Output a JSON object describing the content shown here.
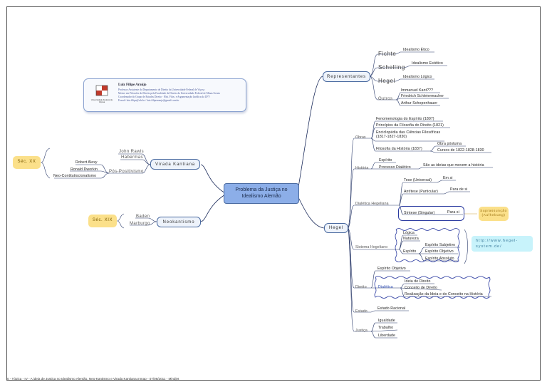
{
  "central": {
    "line1": "Problema da Justiça no",
    "line2": "Idealismo Alemão"
  },
  "card": {
    "logo_caption": "Universidade Federal de Viçosa",
    "name": "Luiz Filipe Araújo",
    "lines": [
      "Professor Assistente do Departamento de Direito da Universidade Federal de Viçosa",
      "Mestre em Filosofia do Direito pela Faculdade de Direito da Universidade Federal de Minas Gerais",
      "Coordenador do Grupo de Estudos Direito · Hist. Filos. e Argumentação Jurídica da UFV",
      "E-mail: luiz.filipe@ufv.br / luiz.filipearaujo@gmail.com.br"
    ]
  },
  "left": {
    "virada": "Virada Kantiana",
    "rawls": "John Rawls",
    "habermas": "Habermas",
    "pos": "Pós-Positivismo",
    "alexy": "Robert Alexy",
    "dworkin": "Ronald Dworkin",
    "neo": "Neo-Contitutiocionalismo",
    "sec20": "Séc. XX",
    "neokant": "Neokantismo",
    "baden": "Baden",
    "marburgo": "Marburgo",
    "sec19": "Séc. XIX"
  },
  "representantes": {
    "label": "Representantes",
    "fichte": "Fichte",
    "fichte_note": "Idealismo Ético",
    "schelling": "Schelling",
    "schelling_note": "Idealismo Estético",
    "hegel": "Hegel",
    "hegel_note": "Idealismo Lógico",
    "outros": "Outros",
    "o1": "Immanuel Kant???",
    "o2": "Friedrich Schleiermacher",
    "o3": "Arthur Schopenhauer"
  },
  "hegel": {
    "label": "Hegel",
    "obras": "Obras",
    "obras_items": [
      "Fenomenologia do Espírito (1807)",
      "Princípios da Filosofia do Direito (1821)",
      "Enciclopédia das Ciências Filosóficas",
      "(1817-1827-1830)"
    ],
    "filosofia_historia": "Filosofia da História (1837)",
    "obra_postuma": "Obra póstuma",
    "cursos": "Cursos de 1822-1828-1830",
    "historia": "História",
    "espirito": "Espírito",
    "processo": "Processo Dialético",
    "ideias": "São as ideias que movem a história",
    "dialetica": "Dialética Hegeliana",
    "tese": "Tese (Universal)",
    "em_si": "Em si",
    "antitese": "Antítese (Particular)",
    "para_si_1": "Para de si",
    "sintese": "Síntese (Singular)",
    "para_si_2": "Para si",
    "superacao": "Suprassunção (Aufhebung)",
    "sistema": "Sistema Hegeliano",
    "logica": "Lógica",
    "natureza": "Natureza",
    "sist_espirito": "Espírito",
    "subjetivo": "Espírito Subjetivo",
    "objetivo": "Espírito Objetivo",
    "absoluto": "Espírito Absoluto",
    "url": "http://www.hegel-system.de/",
    "direito": "Direito",
    "dir_obj": "Espírito Objetivo",
    "dialetica2": "Dialética",
    "d1": "Ideia de Direito",
    "d2": "Conceito de Direito",
    "d3": "Realização da Ideia e do Conceito na História",
    "estado": "Estado",
    "estado_racional": "Estado Racional",
    "justica": "Justiça",
    "igualdade": "Igualdade",
    "trabalho": "Trabalho",
    "liberdade": "Liberdade"
  },
  "footer": "0 - Tópica - IV -  A ideia de Justiça no Idealismo Alemão, Neo-Kantismo e Virada Kantiana.mmap - 07/06/2011 - Mindjet"
}
